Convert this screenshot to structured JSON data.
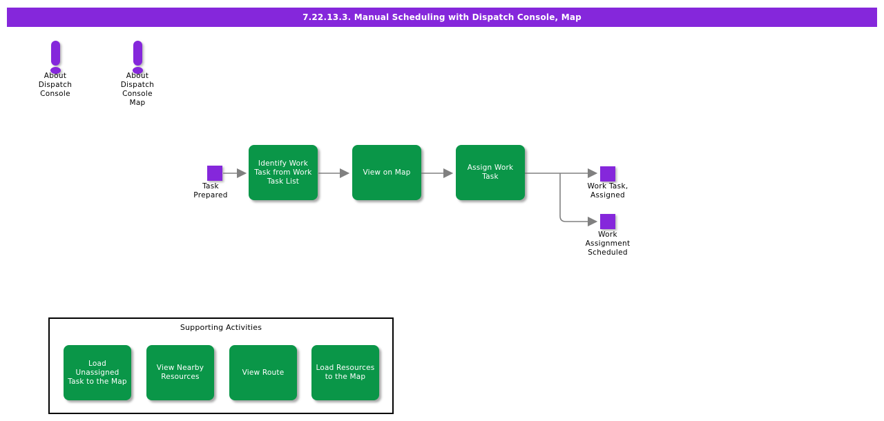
{
  "header": {
    "title": "7.22.13.3. Manual Scheduling with Dispatch Console, Map"
  },
  "colors": {
    "accent_purple": "#8527DB",
    "activity_green": "#0A9648",
    "connector_gray": "#808080",
    "text_on_green": "#FFFFFF",
    "text_black": "#000000"
  },
  "about_icons": [
    {
      "label": "About Dispatch Console"
    },
    {
      "label": "About Dispatch Console Map"
    }
  ],
  "flow": {
    "start_event": {
      "label": "Task Prepared"
    },
    "steps": [
      {
        "label": "Identify Work Task from Work Task List"
      },
      {
        "label": "View on Map"
      },
      {
        "label": "Assign Work Task"
      }
    ],
    "end_events": [
      {
        "label": "Work Task, Assigned"
      },
      {
        "label": "Work Assignment Scheduled"
      }
    ]
  },
  "supporting": {
    "title": "Supporting Activities",
    "activities": [
      {
        "label": "Load Unassigned Task to the Map"
      },
      {
        "label": "View Nearby Resources"
      },
      {
        "label": "View Route"
      },
      {
        "label": "Load Resources to the Map"
      }
    ]
  }
}
